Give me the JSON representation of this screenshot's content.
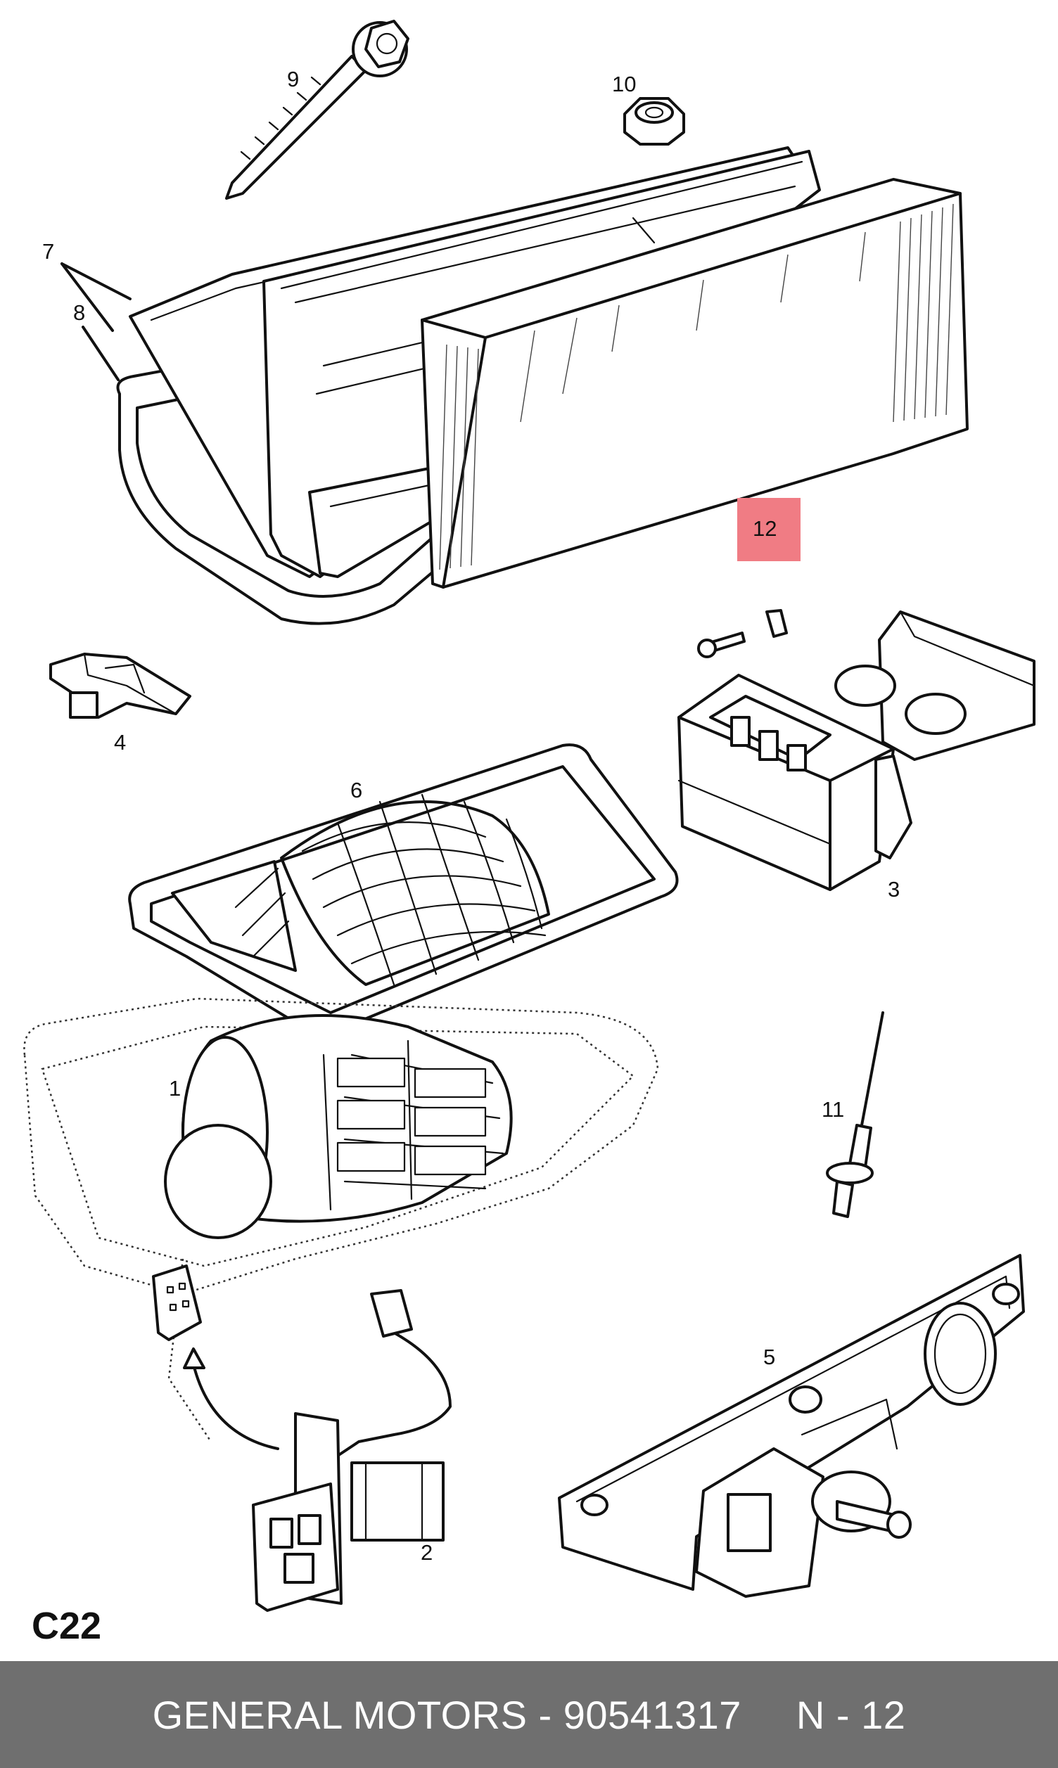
{
  "diagram": {
    "callouts": {
      "c1": "1",
      "c2": "2",
      "c3": "3",
      "c4": "4",
      "c5": "5",
      "c6": "6",
      "c7": "7",
      "c8": "8",
      "c9": "9",
      "c10": "10",
      "c11": "11",
      "c12": "12"
    },
    "highlighted_callout": "12",
    "highlight_color": "#f07c84",
    "section_code": "C22"
  },
  "footer": {
    "brand_part": "GENERAL MOTORS - 90541317",
    "page_ref": "N - 12",
    "background_color": "#6f6f6f"
  }
}
